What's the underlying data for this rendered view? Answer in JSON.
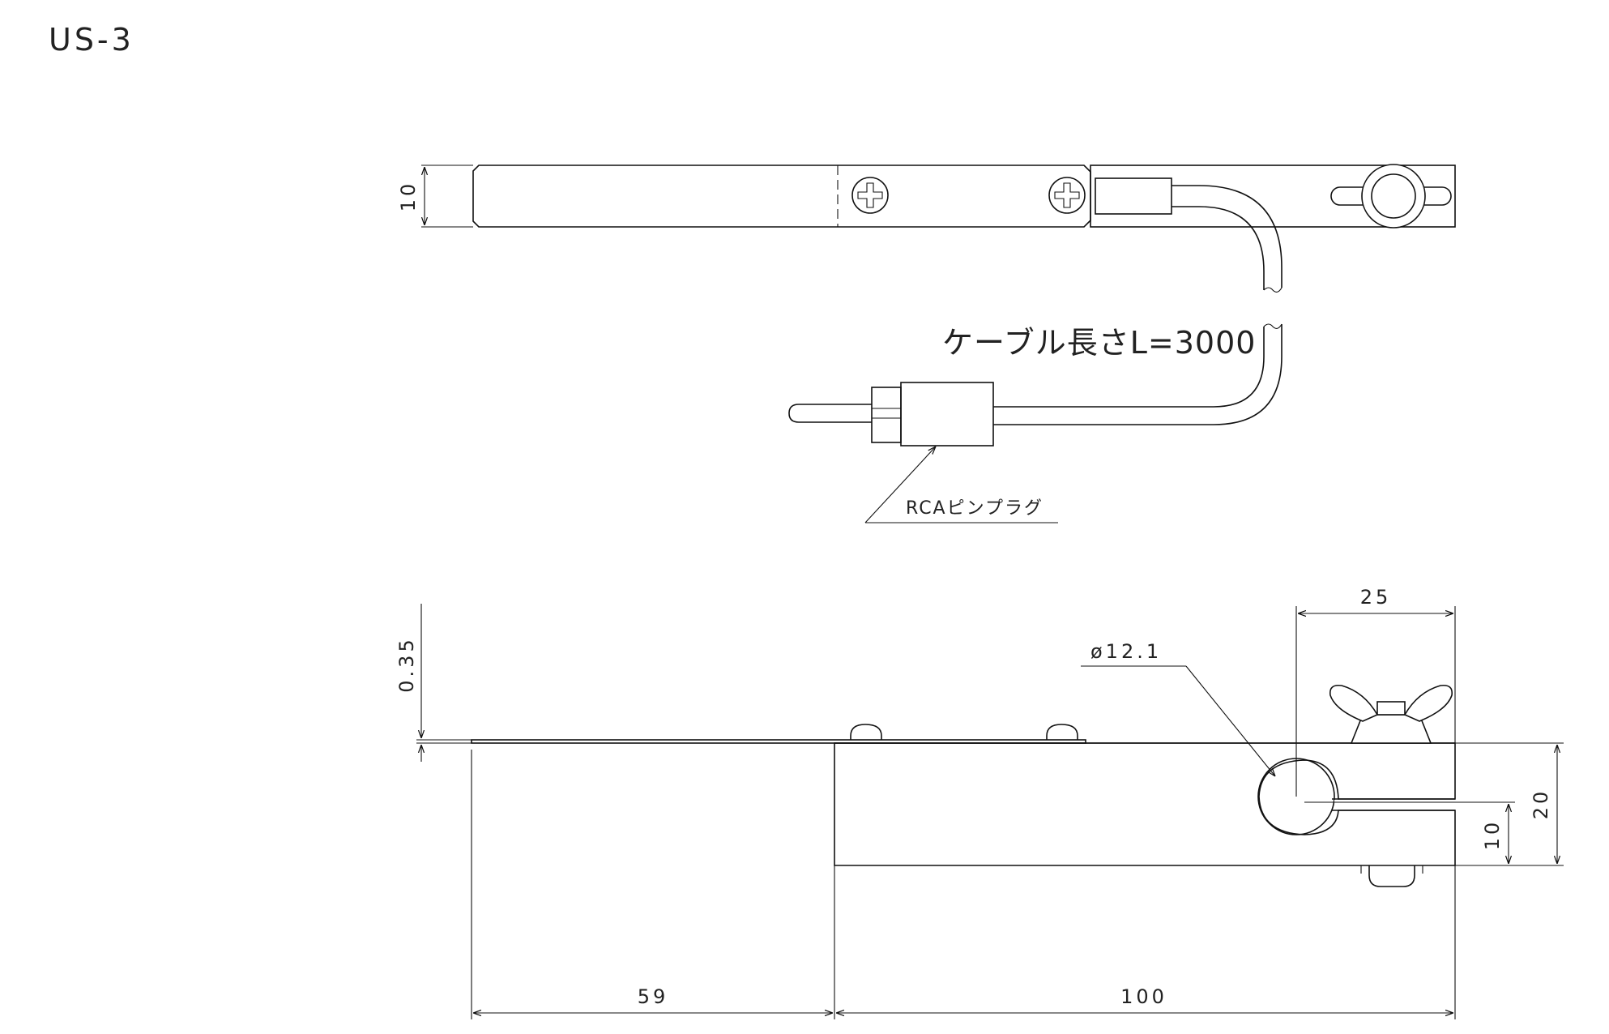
{
  "title": "US-3",
  "annotations": {
    "cable_length": "ケーブル長さL=3000",
    "plug_label": "RCAピンプラグ",
    "hole_diameter": "ø12.1"
  },
  "dimensions": {
    "top_height": "10",
    "thickness": "0.35",
    "clamp_width": "25",
    "block_height": "20",
    "slot_height": "10",
    "blade_length": "59",
    "block_length": "100"
  }
}
